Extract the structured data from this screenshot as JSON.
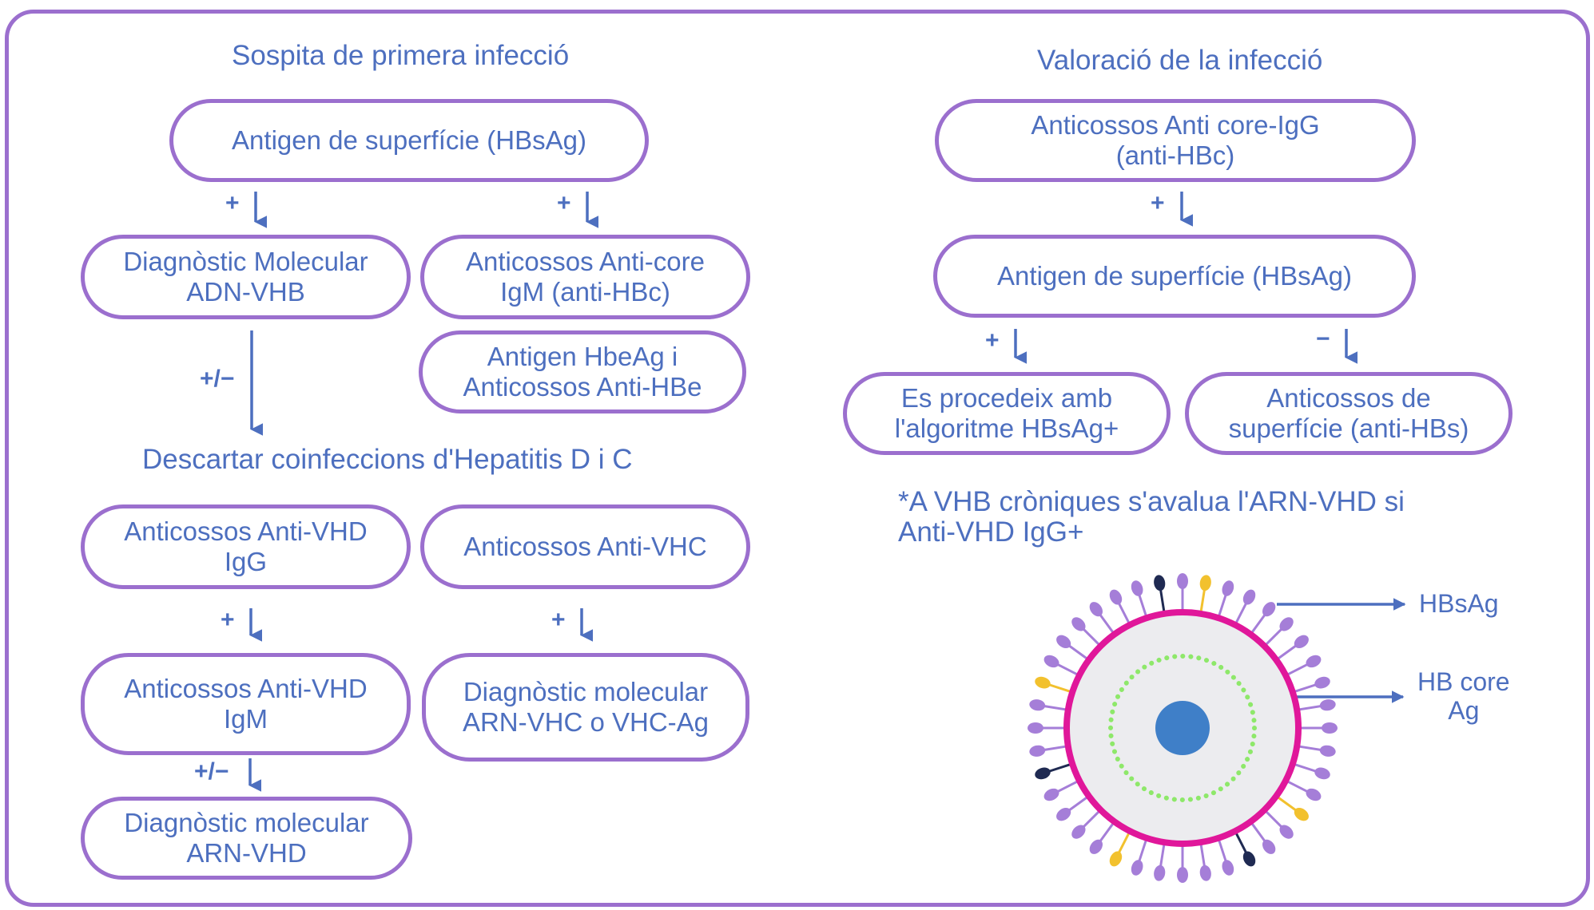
{
  "colors": {
    "outline": "#9b6fce",
    "text": "#4d6fbf",
    "arrow": "#4d6fbf",
    "membrane": "#e0179a",
    "core": "#3f7fc8",
    "capsid_dots": "#8ee86a",
    "spike_purple": "#a57ed8",
    "spike_yellow": "#f2c12e",
    "spike_navy": "#1f2a52"
  },
  "left": {
    "title": "Sospita de primera infecció",
    "hbsag": "Antigen de superfície (HBsAg)",
    "diag_mol": "Diagnòstic Molecular\nADN-VHB",
    "anticore_igm": "Anticossos Anti-core\nIgM (anti-HBc)",
    "hbeag": "Antigen HbeAg i\nAnticossos Anti-HBe",
    "plus_a": "+",
    "plus_b": "+",
    "plusminus_a": "+/−",
    "coinf_title": "Descartar coinfeccions d'Hepatitis D i C",
    "vhd_igg": "Anticossos Anti-VHD\nIgG",
    "vhc": "Anticossos Anti-VHC",
    "plus_c": "+",
    "plus_d": "+",
    "vhd_igm": "Anticossos Anti-VHD\nIgM",
    "vhc_mol": "Diagnòstic molecular\nARN-VHC o VHC-Ag",
    "plusminus_b": "+/−",
    "vhd_mol": "Diagnòstic molecular\nARN-VHD"
  },
  "right": {
    "title": "Valoració de la infecció",
    "anticore_igg": "Anticossos Anti core-IgG\n(anti-HBc)",
    "plus_e": "+",
    "hbsag": "Antigen de superfície (HBsAg)",
    "plus_f": "+",
    "minus_a": "−",
    "algoritme": "Es procedeix amb\nl'algoritme HBsAg+",
    "anti_hbs": "Anticossos de\nsuperfície (anti-HBs)",
    "note": "*A VHB cròniques s'avalua l'ARN-VHD si\nAnti-VHD IgG+",
    "label_hbsag": "HBsAg",
    "label_core": "HB core\nAg"
  }
}
